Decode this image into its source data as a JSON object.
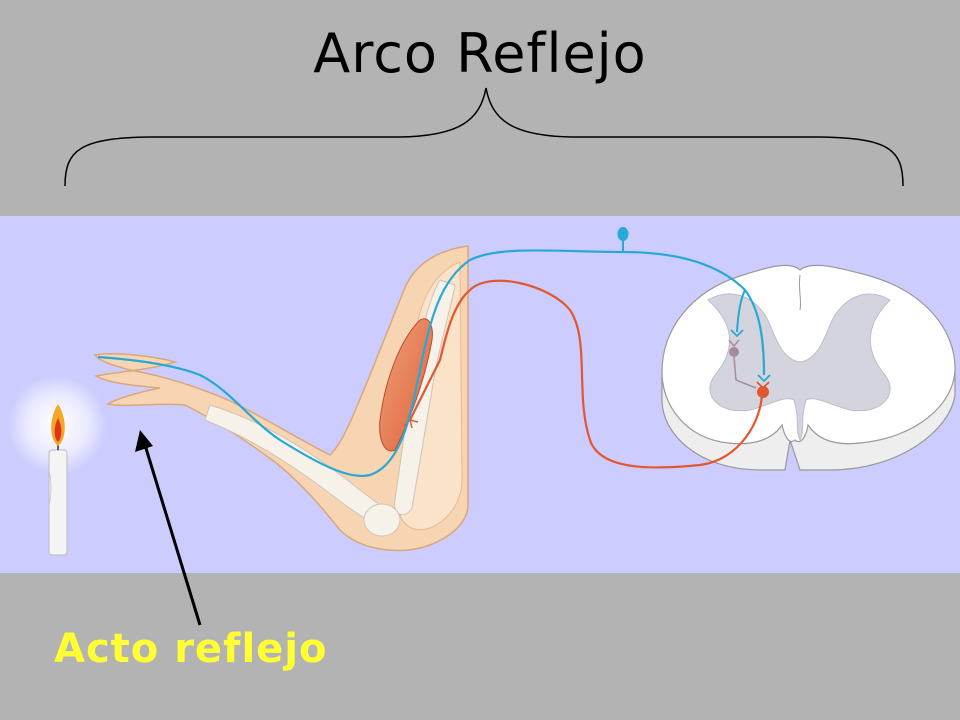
{
  "slide": {
    "title": "Arco Reflejo",
    "caption": "Acto reflejo"
  },
  "colors": {
    "background": "#b3b3b3",
    "band": "#ccccff",
    "caption": "#ffff33",
    "sensory_neuron": "#27a9d6",
    "motor_neuron": "#e2572e",
    "skin": "#f8d5b2",
    "muscle": "#e8825a",
    "spinal_cord_white": "#ffffff",
    "spinal_cord_gray": "#d4d4de",
    "candle_flame": "#f5a623"
  },
  "icons": {
    "brace": "curly-brace",
    "arrow": "arrow-up-left",
    "candle": "candle-icon"
  }
}
